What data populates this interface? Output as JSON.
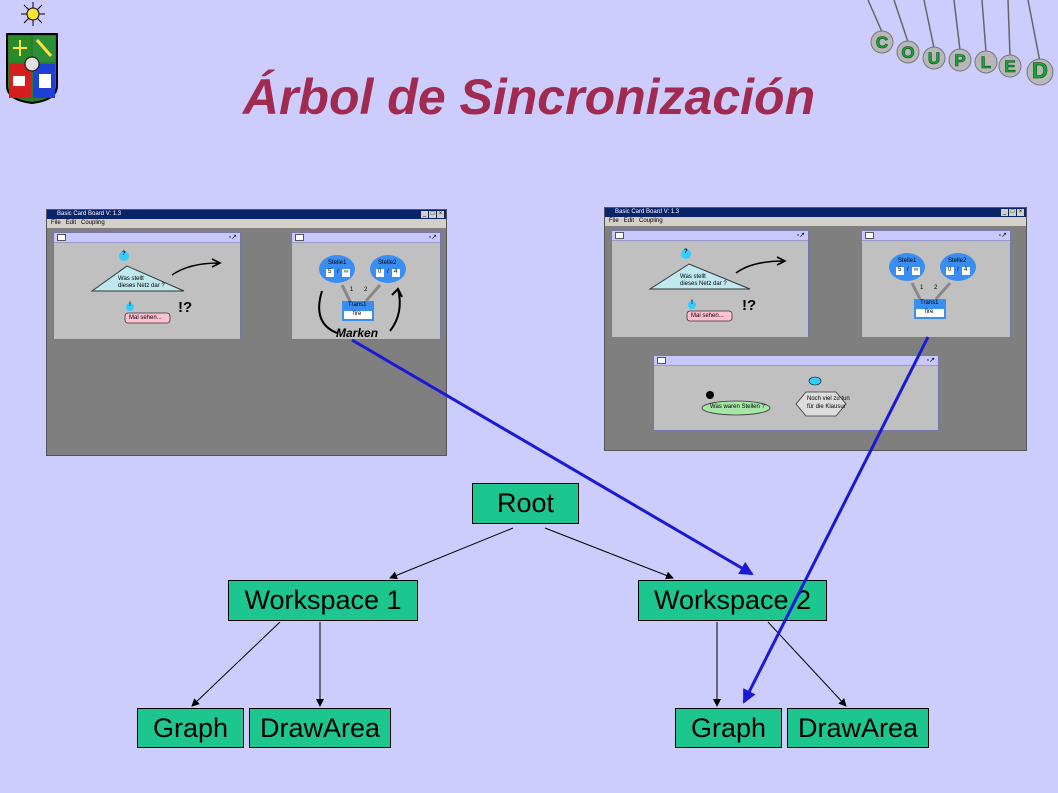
{
  "title": "Árbol de Sincronización",
  "colors": {
    "background": "#cccdfd",
    "title": "#a02a50",
    "node_fill": "#1dc58f",
    "arrow_blue": "#1a1ad6"
  },
  "logo_icon": "university-crest-icon",
  "coupled_logo": {
    "icon": "pendulum-letters-icon",
    "letters": [
      "C",
      "O",
      "U",
      "P",
      "L",
      "E",
      "D"
    ]
  },
  "tree": {
    "root": "Root",
    "workspace1": {
      "label": "Workspace 1",
      "children": [
        "Graph",
        "DrawArea"
      ]
    },
    "workspace2": {
      "label": "Workspace 2",
      "children": [
        "Graph",
        "DrawArea"
      ]
    }
  },
  "screenshots": [
    {
      "window_title": "Basic Card Board V: 1.3",
      "menu": [
        "File",
        "Edit",
        "Coupling"
      ],
      "question_mark": "?",
      "exclaim": "!",
      "triangle_text": [
        "Was stellt",
        "dieses Netz dar ?"
      ],
      "note": "Mal sehen...",
      "scribble_text": "!?",
      "stelle1": "Stelle1",
      "stelle2": "Stelle2",
      "s1_values": [
        "5",
        "/",
        "∞"
      ],
      "s2_values": [
        "0",
        "/",
        "4"
      ],
      "arc_labels": [
        "1",
        "2"
      ],
      "trans": "Trans1",
      "fire": "fire",
      "handwriting": "Marken"
    },
    {
      "window_title": "Basic Card Board V: 1.3",
      "menu": [
        "File",
        "Edit",
        "Coupling"
      ],
      "question_mark": "?",
      "exclaim": "!",
      "triangle_text": [
        "Was stellt",
        "dieses Netz dar ?"
      ],
      "note": "Mal sehen...",
      "scribble_text": "!?",
      "stelle1": "Stelle1",
      "stelle2": "Stelle2",
      "s1_values": [
        "5",
        "/",
        "∞"
      ],
      "s2_values": [
        "0",
        "/",
        "4"
      ],
      "arc_labels": [
        "1",
        "2"
      ],
      "trans": "Trans1",
      "fire": "fire",
      "ellipse_text": "Was waren Stellen ?",
      "hexagon_text": [
        "Noch viel zu tun",
        "für die Klausur"
      ]
    }
  ]
}
